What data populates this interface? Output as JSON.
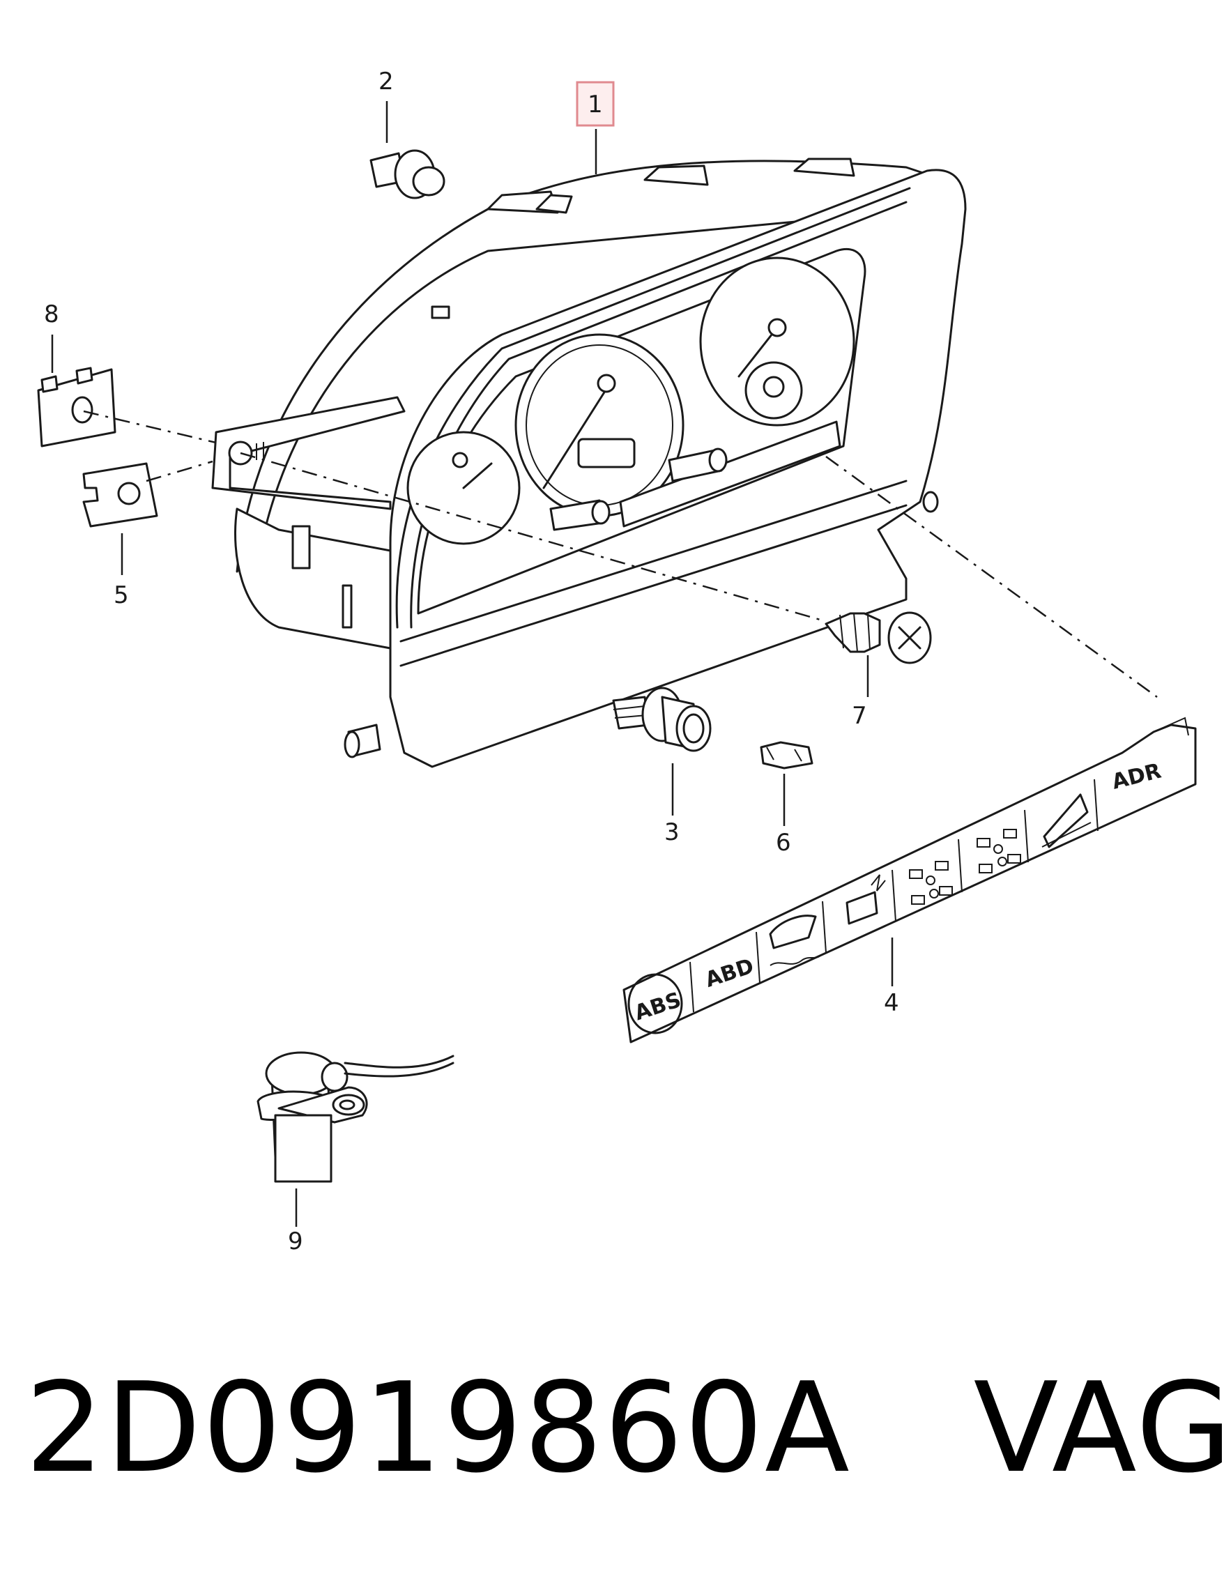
{
  "callouts": {
    "c1": "1",
    "c2": "2",
    "c3": "3",
    "c4": "4",
    "c5": "5",
    "c6": "6",
    "c7": "7",
    "c8": "8",
    "c9": "9"
  },
  "symbols": {
    "abs": "ABS",
    "abd": "ABD",
    "adr": "ADR"
  },
  "part_number": "2D0919860A",
  "brand": "VAG",
  "colors": {
    "ink": "#1a1a1a",
    "highlight_border": "#e08a8f",
    "highlight_fill": "#fdeeee"
  }
}
